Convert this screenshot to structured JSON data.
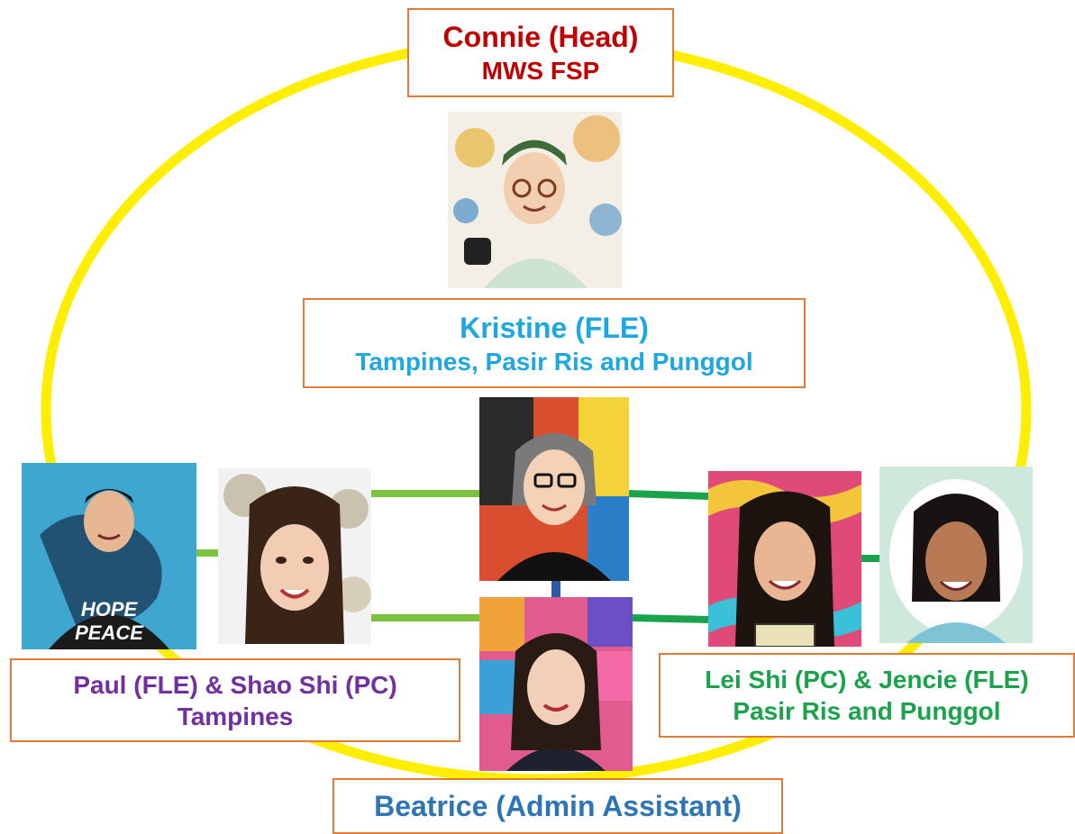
{
  "colors": {
    "ellipse": "#ffee00",
    "box_border": "#e07b39",
    "connector_green_light": "#7cc242",
    "connector_green_dark": "#1aa34a",
    "connector_blue": "#2e5aa8",
    "head_text": "#c00000",
    "kristine_text": "#1ea7e1",
    "tampines_text": "#7030a0",
    "pasir_text": "#1aa34a",
    "admin_text": "#2e75b6"
  },
  "head": {
    "name": "Connie (Head)",
    "org": "MWS FSP",
    "portrait_icon": "connie-portrait"
  },
  "kristine": {
    "name": "Kristine (FLE)",
    "area": "Tampines, Pasir Ris and Punggol",
    "portrait_icon": "kristine-portrait"
  },
  "tampines_team": {
    "names": "Paul (FLE) & Shao Shi (PC)",
    "area": "Tampines",
    "portraits": [
      {
        "icon": "paul-portrait",
        "shirt_text": [
          "HOPE",
          "PEACE"
        ]
      },
      {
        "icon": "shao-shi-portrait"
      }
    ]
  },
  "pasir_ris_team": {
    "names": "Lei Shi (PC) & Jencie (FLE)",
    "area": "Pasir Ris and Punggol",
    "portraits": [
      {
        "icon": "lei-shi-portrait"
      },
      {
        "icon": "jencie-portrait"
      }
    ]
  },
  "admin": {
    "name": "Beatrice (Admin Assistant)",
    "portrait_icon": "beatrice-portrait"
  }
}
